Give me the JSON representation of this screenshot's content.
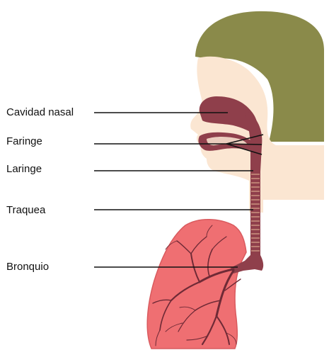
{
  "labels": {
    "nasal": "Cavidad nasal",
    "pharynx": "Faringe",
    "larynx": "Laringe",
    "trachea": "Traquea",
    "bronchus": "Bronquio"
  },
  "colors": {
    "hair": "#8a8a4a",
    "skin": "#fbe6d2",
    "airway": "#8f3f4b",
    "airway_dark": "#6f2a36",
    "lung": "#ef6f72",
    "lung_edge": "#d95a5e",
    "line": "#111111"
  }
}
